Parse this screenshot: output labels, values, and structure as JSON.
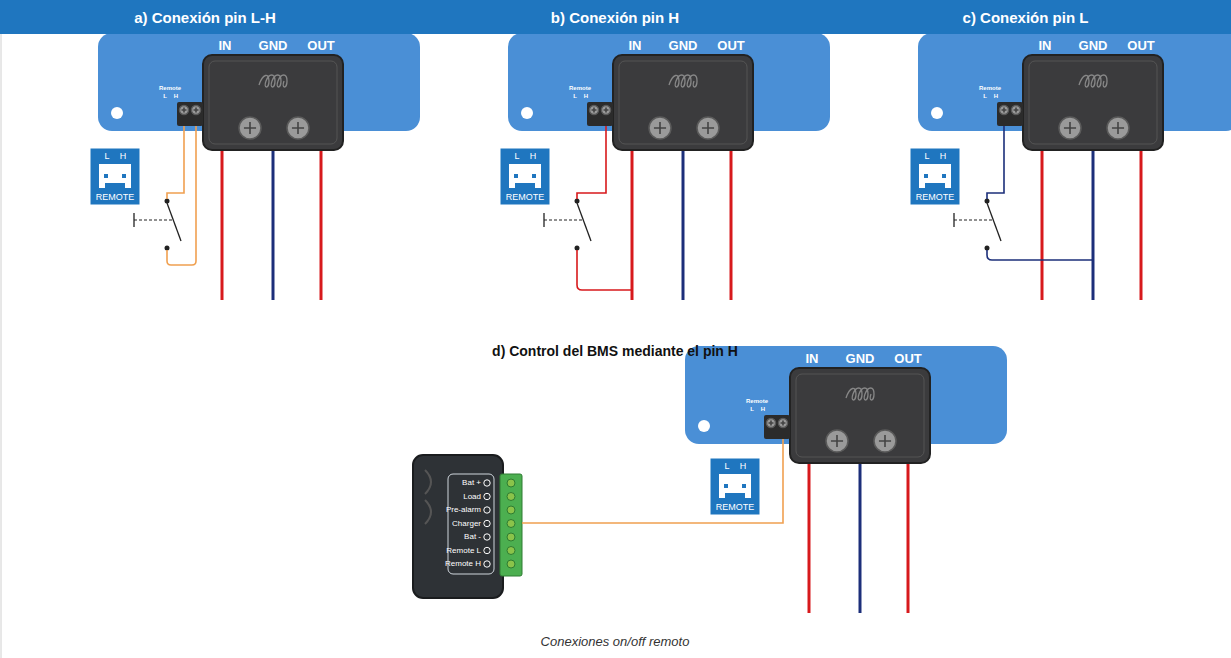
{
  "diagram": {
    "caption": "Conexiones on/off remoto",
    "nodes": [
      {
        "text": [
          "a) Conexión pin L-H"
        ]
      },
      {
        "text": [
          "b) Conexión pin H"
        ]
      },
      {
        "text": [
          "c) Conexión pin L"
        ]
      }
    ],
    "labels": [
      "Remote",
      "L",
      "H",
      "IN",
      "GND",
      "OUT",
      "L",
      "H",
      "REMOTE",
      "Remote",
      "L",
      "H",
      "IN",
      "GND",
      "OUT",
      "L",
      "H",
      "REMOTE",
      "Remote",
      "L",
      "H",
      "IN",
      "GND",
      "OUT",
      "L",
      "H",
      "REMOTE",
      "d) Control del BMS mediante el pin H",
      "Remote",
      "L",
      "H",
      "IN",
      "GND",
      "OUT",
      "L",
      "H",
      "REMOTE",
      "Bat +",
      "Load",
      "Pre-alarm",
      "Charger",
      "Bat -",
      "Remote L",
      "Remote H"
    ]
  }
}
